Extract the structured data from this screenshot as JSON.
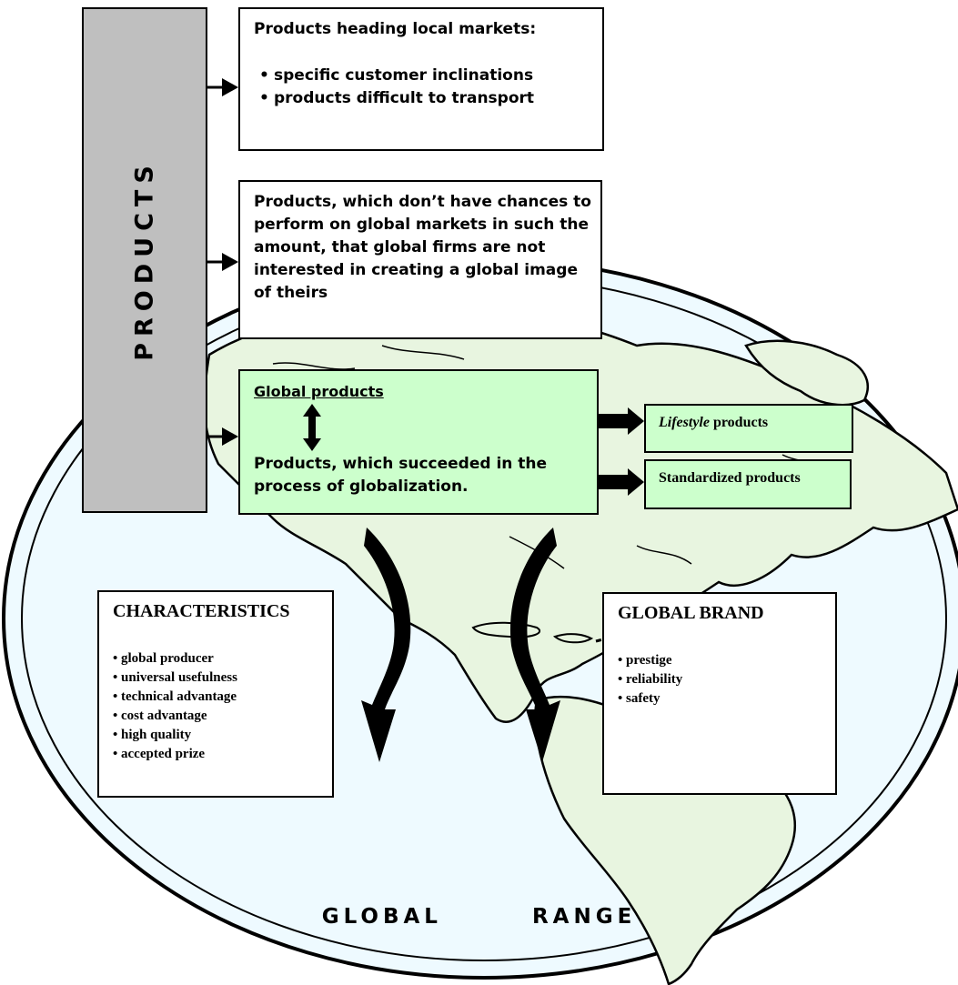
{
  "products_bar": {
    "label": "PRODUCTS"
  },
  "local_markets": {
    "heading": "Products heading local markets:",
    "items": [
      "specific customer inclinations",
      "products difficult to transport"
    ]
  },
  "no_chance": {
    "text": "Products, which don’t have chances to perform on global markets in such the amount, that global firms are not interested in creating a global image of theirs"
  },
  "global_products": {
    "title": "Global products",
    "text": "Products, which succeeded in the process of globalization."
  },
  "lifestyle": {
    "italic": "Lifestyle",
    "rest": " products"
  },
  "standardized": {
    "label": "Standardized products"
  },
  "characteristics": {
    "heading": "CHARACTERISTICS",
    "items": [
      "global producer",
      "universal usefulness",
      "technical advantage",
      "cost advantage",
      "high quality",
      "accepted prize"
    ]
  },
  "global_brand": {
    "heading": "GLOBAL BRAND",
    "items": [
      "prestige",
      "reliability",
      "safety"
    ]
  },
  "footer": {
    "label": "GLOBAL   RANGE"
  },
  "colors": {
    "globe_fill": "#eefaff",
    "box_green": "#ccffcc",
    "products_bar": "#bfbfbf",
    "land": "#e8f5e0"
  }
}
